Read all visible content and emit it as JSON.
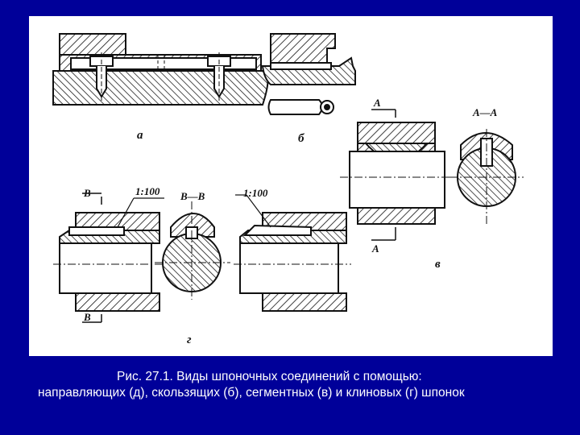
{
  "colors": {
    "background": "#000099",
    "panel": "#ffffff",
    "ink": "#111111",
    "caption_text": "#ffffff"
  },
  "figure": {
    "labels": {
      "a": "а",
      "b": "б",
      "v": "в",
      "g": "г",
      "section_a_top": "A",
      "section_a_bottom": "A",
      "section_aa": "A—A",
      "section_b_top": "B",
      "section_b_bottom": "B",
      "section_bb": "B—B",
      "taper_1": "1:100",
      "taper_2": "1:100"
    }
  },
  "caption": {
    "line1": "Рис. 27.1. Виды шпоночных соединений с помощью:",
    "line2": "направляющих (д), скользящих (б), сегментных (в) и клиновых (г) шпонок"
  }
}
